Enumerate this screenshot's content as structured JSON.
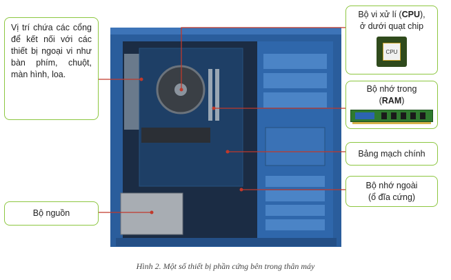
{
  "labels": {
    "ports": "Vị trí chứa các cổng để kết nối với các thiết bị ngoại vi như bàn phím, chuột, màn hình, loa.",
    "cpu_line1_pre": "Bộ vi xử lí (",
    "cpu_line1_bold": "CPU",
    "cpu_line1_post": "),",
    "cpu_line2": "ở dưới quạt chip",
    "cpu_chip_text": "CPU",
    "ram_line1": "Bộ nhớ trong",
    "ram_line2_pre": "(",
    "ram_line2_bold": "RAM",
    "ram_line2_post": ")",
    "motherboard": "Bảng mạch chính",
    "storage_line1": "Bộ nhớ ngoài",
    "storage_line2": "(ổ đĩa cứng)",
    "psu": "Bộ nguồn"
  },
  "caption": "Hình 2. Một số thiết bị phần cứng bên trong thân máy",
  "colors": {
    "box_border": "#8cc63f",
    "leader_line": "#c0392b",
    "case_blue": "#2a5d9c"
  }
}
